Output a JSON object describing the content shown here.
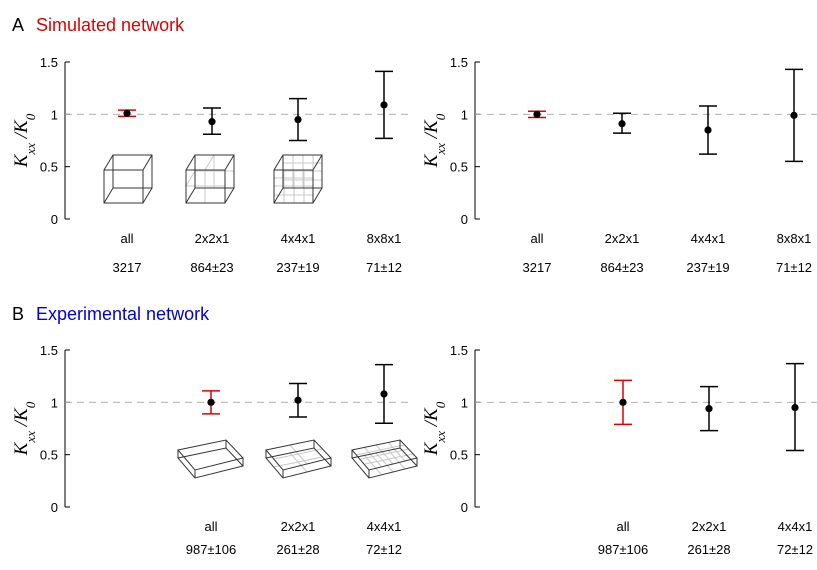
{
  "panels": [
    {
      "letter": "A",
      "title": "Simulated network",
      "title_color": "#e00000"
    },
    {
      "letter": "B",
      "title": "Experimental network",
      "title_color": "#0000e0"
    }
  ],
  "colors": {
    "highlight": "#e00000",
    "normal": "#000000",
    "reference": "#b0b0b0"
  },
  "inset_icons": [
    "cube-undivided-icon",
    "cube-2x2x1-icon",
    "cube-4x4x1-icon",
    "slab-undivided-icon",
    "slab-2x2x1-icon",
    "slab-4x4x1-icon"
  ],
  "chart_data": [
    {
      "type": "errorbar",
      "panel": "A",
      "position": "left",
      "ylabel": "K_xx / K_0",
      "ylim": [
        0,
        1.5
      ],
      "yticks": [
        0,
        0.5,
        1,
        1.5
      ],
      "ytick_labels": [
        "0",
        "0.5",
        "1",
        "1.5"
      ],
      "reference_line": 1,
      "categories": [
        "all",
        "2x2x1",
        "4x4x1",
        "8x8x1"
      ],
      "counts": [
        "3217",
        "864±23",
        "237±19",
        "71±12"
      ],
      "mean": [
        1.01,
        0.93,
        0.95,
        1.09
      ],
      "lower": [
        0.98,
        0.81,
        0.75,
        0.77
      ],
      "upper": [
        1.04,
        1.06,
        1.15,
        1.41
      ],
      "highlight": [
        true,
        false,
        false,
        false
      ]
    },
    {
      "type": "errorbar",
      "panel": "A",
      "position": "right",
      "ylabel": "K_xx / K_0",
      "ylim": [
        0,
        1.5
      ],
      "yticks": [
        0,
        0.5,
        1,
        1.5
      ],
      "ytick_labels": [
        "0",
        "0.5",
        "1",
        "1.5"
      ],
      "reference_line": 1,
      "categories": [
        "all",
        "2x2x1",
        "4x4x1",
        "8x8x1"
      ],
      "counts": [
        "3217",
        "864±23",
        "237±19",
        "71±12"
      ],
      "mean": [
        1.0,
        0.91,
        0.85,
        0.99
      ],
      "lower": [
        0.97,
        0.82,
        0.62,
        0.55
      ],
      "upper": [
        1.03,
        1.01,
        1.08,
        1.43
      ],
      "highlight": [
        true,
        false,
        false,
        false
      ]
    },
    {
      "type": "errorbar",
      "panel": "B",
      "position": "left",
      "ylabel": "K_xx / K_0",
      "ylim": [
        0,
        1.5
      ],
      "yticks": [
        0,
        0.5,
        1,
        1.5
      ],
      "ytick_labels": [
        "0",
        "0.5",
        "1",
        "1.5"
      ],
      "reference_line": 1,
      "categories": [
        "all",
        "2x2x1",
        "4x4x1"
      ],
      "counts": [
        "987±106",
        "261±28",
        "72±12"
      ],
      "mean": [
        1.0,
        1.02,
        1.08
      ],
      "lower": [
        0.89,
        0.86,
        0.8
      ],
      "upper": [
        1.11,
        1.18,
        1.36
      ],
      "highlight": [
        true,
        false,
        false
      ]
    },
    {
      "type": "errorbar",
      "panel": "B",
      "position": "right",
      "ylabel": "K_xx / K_0",
      "ylim": [
        0,
        1.5
      ],
      "yticks": [
        0,
        0.5,
        1,
        1.5
      ],
      "ytick_labels": [
        "0",
        "0.5",
        "1",
        "1.5"
      ],
      "reference_line": 1,
      "categories": [
        "all",
        "2x2x1",
        "4x4x1"
      ],
      "counts": [
        "987±106",
        "261±28",
        "72±12"
      ],
      "mean": [
        1.0,
        0.94,
        0.95
      ],
      "lower": [
        0.79,
        0.73,
        0.54
      ],
      "upper": [
        1.21,
        1.15,
        1.37
      ],
      "highlight": [
        true,
        false,
        false
      ]
    }
  ]
}
